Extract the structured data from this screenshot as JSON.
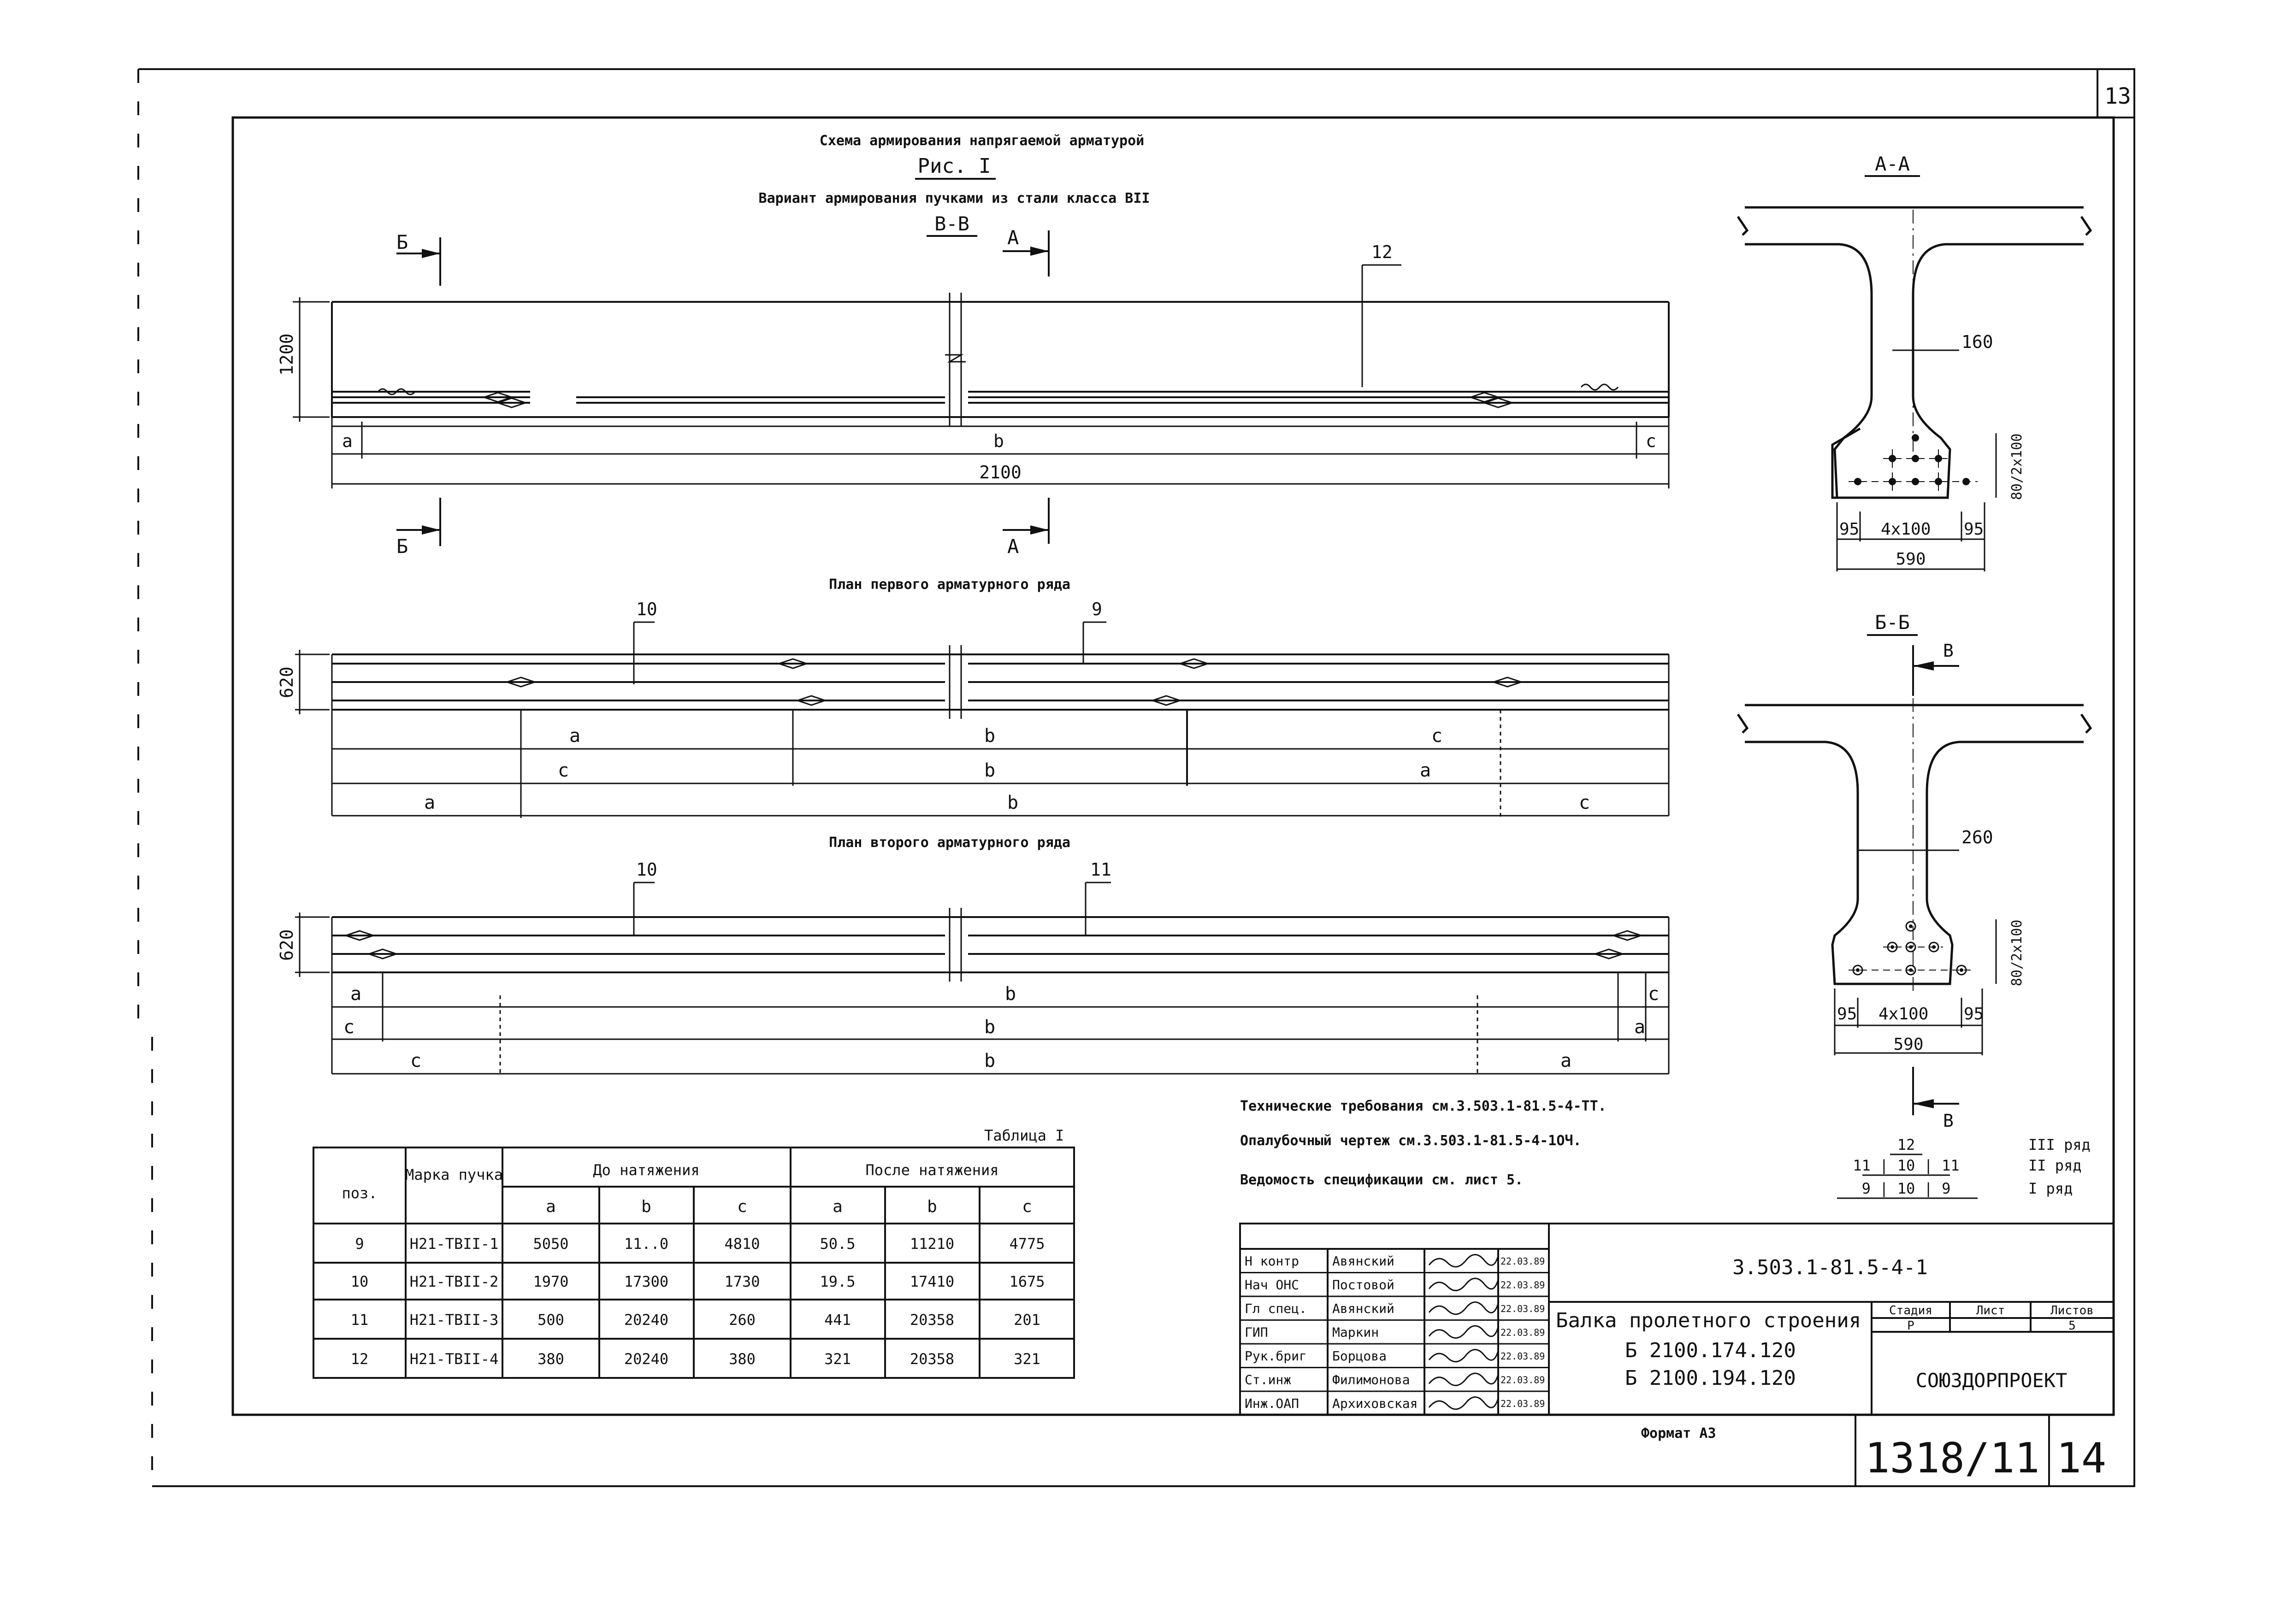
{
  "sheet": {
    "page_number_top": "13",
    "page_number_bottom": "14",
    "inventory": "1318/11",
    "format": "Формат А3"
  },
  "titles": {
    "main": "Схема армирования напрягаемой арматурой",
    "fig": "Рис. I",
    "variant": "Вариант армирования пучками из стали класса ВII",
    "section_vv": "В-В",
    "plan1": "План первого арматурного ряда",
    "plan2": "План второго арматурного ряда"
  },
  "marks": {
    "B": "Б",
    "A": "А",
    "V": "В",
    "n12": "12",
    "n10": "10",
    "n9": "9",
    "n11": "11"
  },
  "dims": {
    "h1200": "1200",
    "w2100": "2100",
    "a": "a",
    "b": "b",
    "c": "c",
    "h620": "620"
  },
  "section_aa": {
    "title": "А-А",
    "web": "160",
    "vert": "80/2x100",
    "d95": "95",
    "d4x100": "4x100",
    "width": "590"
  },
  "section_bb": {
    "title": "Б-Б",
    "web": "260",
    "vert": "80/2x100",
    "d95": "95",
    "d4x100": "4x100",
    "width": "590"
  },
  "legend": {
    "row3_nums": "12",
    "row3_label": "III ряд",
    "row2_nums": "11 | 10 | 11",
    "row2_label": "II ряд",
    "row1_nums": "9 | 10 | 9",
    "row1_label": "I ряд"
  },
  "notes": {
    "n1": "Технические требования см.3.503.1-81.5-4-ТТ.",
    "n2": "Опалубочный чертеж см.3.503.1-81.5-4-1ОЧ.",
    "n3": "Ведомость спецификации см. лист 5."
  },
  "table": {
    "caption": "Таблица I",
    "h_pos": "поз.",
    "h_mark": "Марка пучка",
    "h_before": "До натяжения",
    "h_after": "После натяжения",
    "sub": [
      "a",
      "b",
      "c",
      "a",
      "b",
      "c"
    ],
    "rows": [
      [
        "9",
        "Н21-ТВII-1",
        "5050",
        "11..0",
        "4810",
        "50.5",
        "11210",
        "4775"
      ],
      [
        "10",
        "Н21-ТВII-2",
        "1970",
        "17300",
        "1730",
        "19.5",
        "17410",
        "1675"
      ],
      [
        "11",
        "Н21-ТВII-3",
        "500",
        "20240",
        "260",
        "441",
        "20358",
        "201"
      ],
      [
        "12",
        "Н21-ТВII-4",
        "380",
        "20240",
        "380",
        "321",
        "20358",
        "321"
      ]
    ]
  },
  "stamp": {
    "code": "3.503.1-81.5-4-1",
    "title_line1": "Балка пролетного строения",
    "title_line2": "Б 2100.174.120",
    "title_line3": "Б 2100.194.120",
    "col_stage": "Стадия",
    "col_sheet": "Лист",
    "col_sheets": "Листов",
    "stage": "Р",
    "sheets": "5",
    "org": "СОЮЗДОРПРОЕКТ",
    "people": [
      [
        "Н контр",
        "Авянский",
        "22.03.89"
      ],
      [
        "Нач ОНС",
        "Постовой",
        "22.03.89"
      ],
      [
        "Гл спец.",
        "Авянский",
        "22.03.89"
      ],
      [
        "ГИП",
        "Маркин",
        "22.03.89"
      ],
      [
        "Рук.бриг",
        "Борцова",
        "22.03.89"
      ],
      [
        "Ст.инж",
        "Филимонова",
        "22.03.89"
      ],
      [
        "Инж.ОАП",
        "Архиховская",
        "22.03.89"
      ]
    ]
  }
}
